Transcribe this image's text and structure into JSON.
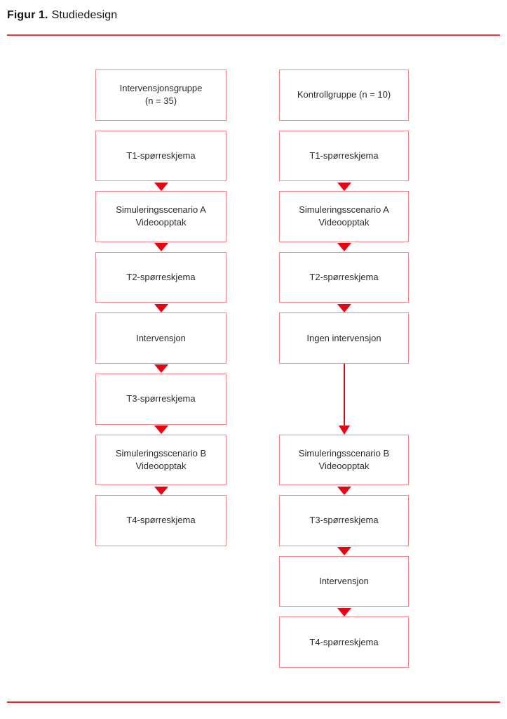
{
  "header": {
    "label": "Figur 1.",
    "caption": "Studiedesign"
  },
  "colors": {
    "box_border": "#f0868a",
    "arrow_red": "#e30613",
    "rule_top": "#ea3a41",
    "rule_bottom": "#e9242c",
    "text": "#2b2b2b",
    "title": "#141414",
    "background": "#ffffff"
  },
  "diagram": {
    "columns": [
      {
        "id": "intervention-group",
        "boxes": [
          {
            "id": "group",
            "slot": 0,
            "lines": [
              "Intervensjonsgruppe",
              "(n = 35)"
            ],
            "connector": "none"
          },
          {
            "id": "t1",
            "slot": 1,
            "lines": [
              "T1-spørreskjema"
            ],
            "connector": "none"
          },
          {
            "id": "sim-a",
            "slot": 2,
            "lines": [
              "Simuleringsscenario A",
              "Videoopptak"
            ],
            "connector": "triangle"
          },
          {
            "id": "t2",
            "slot": 3,
            "lines": [
              "T2-spørreskjema"
            ],
            "connector": "triangle"
          },
          {
            "id": "intervention",
            "slot": 4,
            "lines": [
              "Intervensjon"
            ],
            "connector": "triangle"
          },
          {
            "id": "t3",
            "slot": 5,
            "lines": [
              "T3-spørreskjema"
            ],
            "connector": "triangle"
          },
          {
            "id": "sim-b",
            "slot": 6,
            "lines": [
              "Simuleringsscenario B",
              "Videoopptak"
            ],
            "connector": "triangle"
          },
          {
            "id": "t4",
            "slot": 7,
            "lines": [
              "T4-spørreskjema"
            ],
            "connector": "triangle"
          }
        ]
      },
      {
        "id": "control-group",
        "boxes": [
          {
            "id": "group",
            "slot": 0,
            "lines": [
              "Kontrollgruppe (n = 10)"
            ],
            "connector": "none"
          },
          {
            "id": "t1",
            "slot": 1,
            "lines": [
              "T1-spørreskjema"
            ],
            "connector": "none"
          },
          {
            "id": "sim-a",
            "slot": 2,
            "lines": [
              "Simuleringsscenario A",
              "Videoopptak"
            ],
            "connector": "triangle"
          },
          {
            "id": "t2",
            "slot": 3,
            "lines": [
              "T2-spørreskjema"
            ],
            "connector": "triangle"
          },
          {
            "id": "no-intervention",
            "slot": 4,
            "lines": [
              "Ingen intervensjon"
            ],
            "connector": "triangle"
          },
          {
            "id": "sim-b",
            "slot": 6,
            "lines": [
              "Simuleringsscenario B",
              "Videoopptak"
            ],
            "connector": "long-arrow"
          },
          {
            "id": "t3",
            "slot": 7,
            "lines": [
              "T3-spørreskjema"
            ],
            "connector": "triangle"
          },
          {
            "id": "intervention",
            "slot": 8,
            "lines": [
              "Intervensjon"
            ],
            "connector": "triangle"
          },
          {
            "id": "t4",
            "slot": 9,
            "lines": [
              "T4-spørreskjema"
            ],
            "connector": "triangle"
          }
        ]
      }
    ]
  }
}
